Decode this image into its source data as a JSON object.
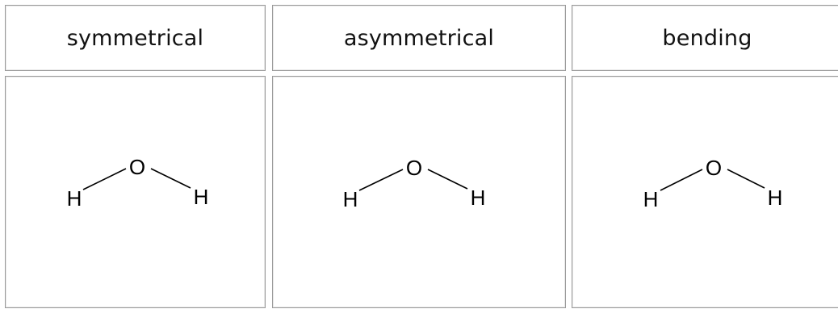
{
  "table": {
    "columns": [
      {
        "header": "symmetrical",
        "molecule": {
          "center": "O",
          "left": "H",
          "right": "H"
        }
      },
      {
        "header": "asymmetrical",
        "molecule": {
          "center": "O",
          "left": "H",
          "right": "H"
        }
      },
      {
        "header": "bending",
        "molecule": {
          "center": "O",
          "left": "H",
          "right": "H"
        }
      }
    ]
  }
}
